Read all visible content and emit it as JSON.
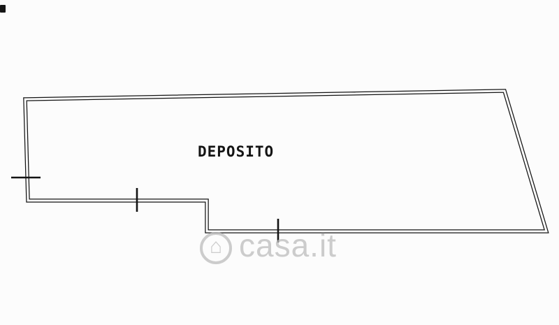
{
  "page": {
    "background": "#fcfcfc"
  },
  "floorplan": {
    "label": "DEPOSITO",
    "wall_color": "#141414",
    "paper_color": "#fcfcfc",
    "outline_points": "36,142 722,130 782,331 296,331 296,287 40,287",
    "wall_outer_width": "5.5",
    "wall_inner_width": "3",
    "ticks": [
      {
        "x1": "16",
        "y1": "254",
        "x2": "58",
        "y2": "254"
      },
      {
        "x1": "196",
        "y1": "269",
        "x2": "196",
        "y2": "303"
      },
      {
        "x1": "398",
        "y1": "313",
        "x2": "398",
        "y2": "347"
      }
    ]
  },
  "watermark": {
    "text": "casa.it",
    "icon": "house-icon",
    "icon_glyph": "⌂",
    "color": "#bcbcbc"
  }
}
